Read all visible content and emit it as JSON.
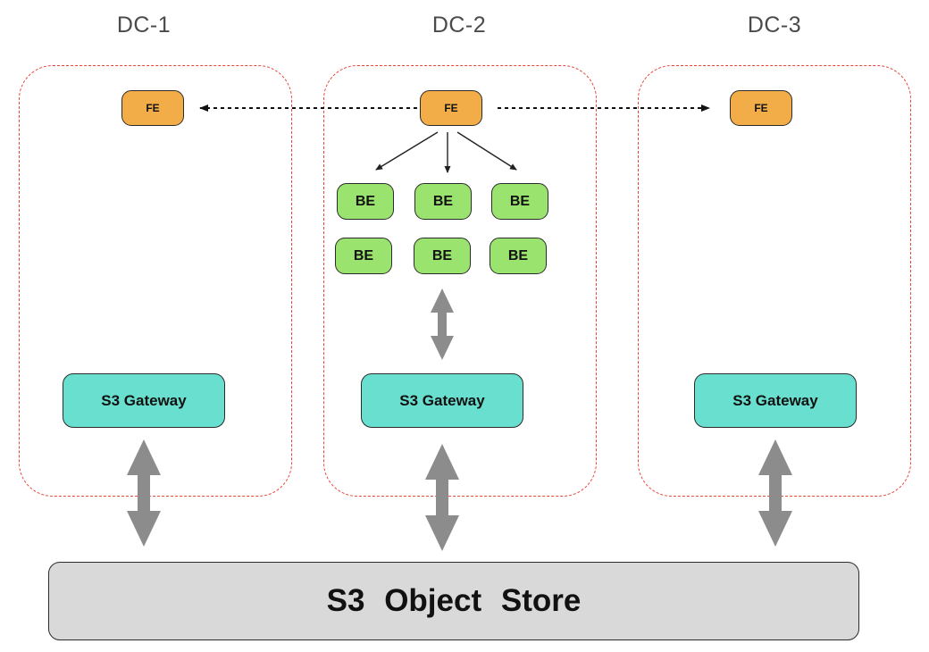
{
  "datacenters": [
    {
      "title": "DC-1",
      "fe_label": "FE",
      "gateway_label": "S3 Gateway"
    },
    {
      "title": "DC-2",
      "fe_label": "FE",
      "gateway_label": "S3 Gateway",
      "be_nodes": [
        "BE",
        "BE",
        "BE",
        "BE",
        "BE",
        "BE"
      ]
    },
    {
      "title": "DC-3",
      "fe_label": "FE",
      "gateway_label": "S3 Gateway"
    }
  ],
  "store": {
    "label": "S3 Object Store"
  },
  "colors": {
    "fe": "#f2ad48",
    "be": "#9be36f",
    "gateway": "#69e0cf",
    "store": "#d9d9d9",
    "dc_border": "#e8463a",
    "arrow": "#8c8c8c"
  }
}
